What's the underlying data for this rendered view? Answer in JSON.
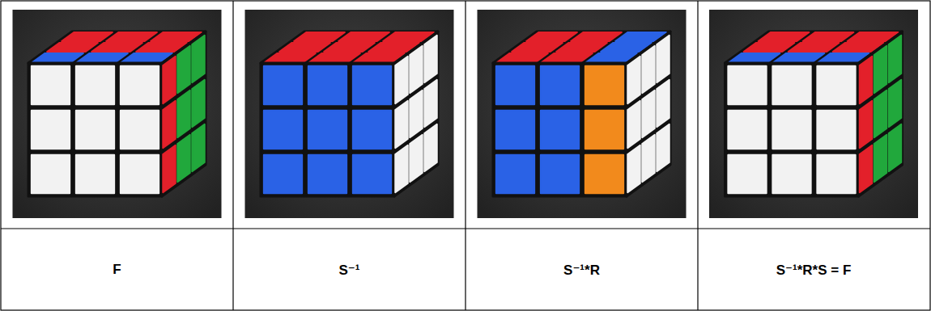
{
  "diagram": {
    "labels": [
      "F",
      "S⁻¹",
      "S⁻¹*R",
      "S⁻¹*R*S = F"
    ]
  }
}
